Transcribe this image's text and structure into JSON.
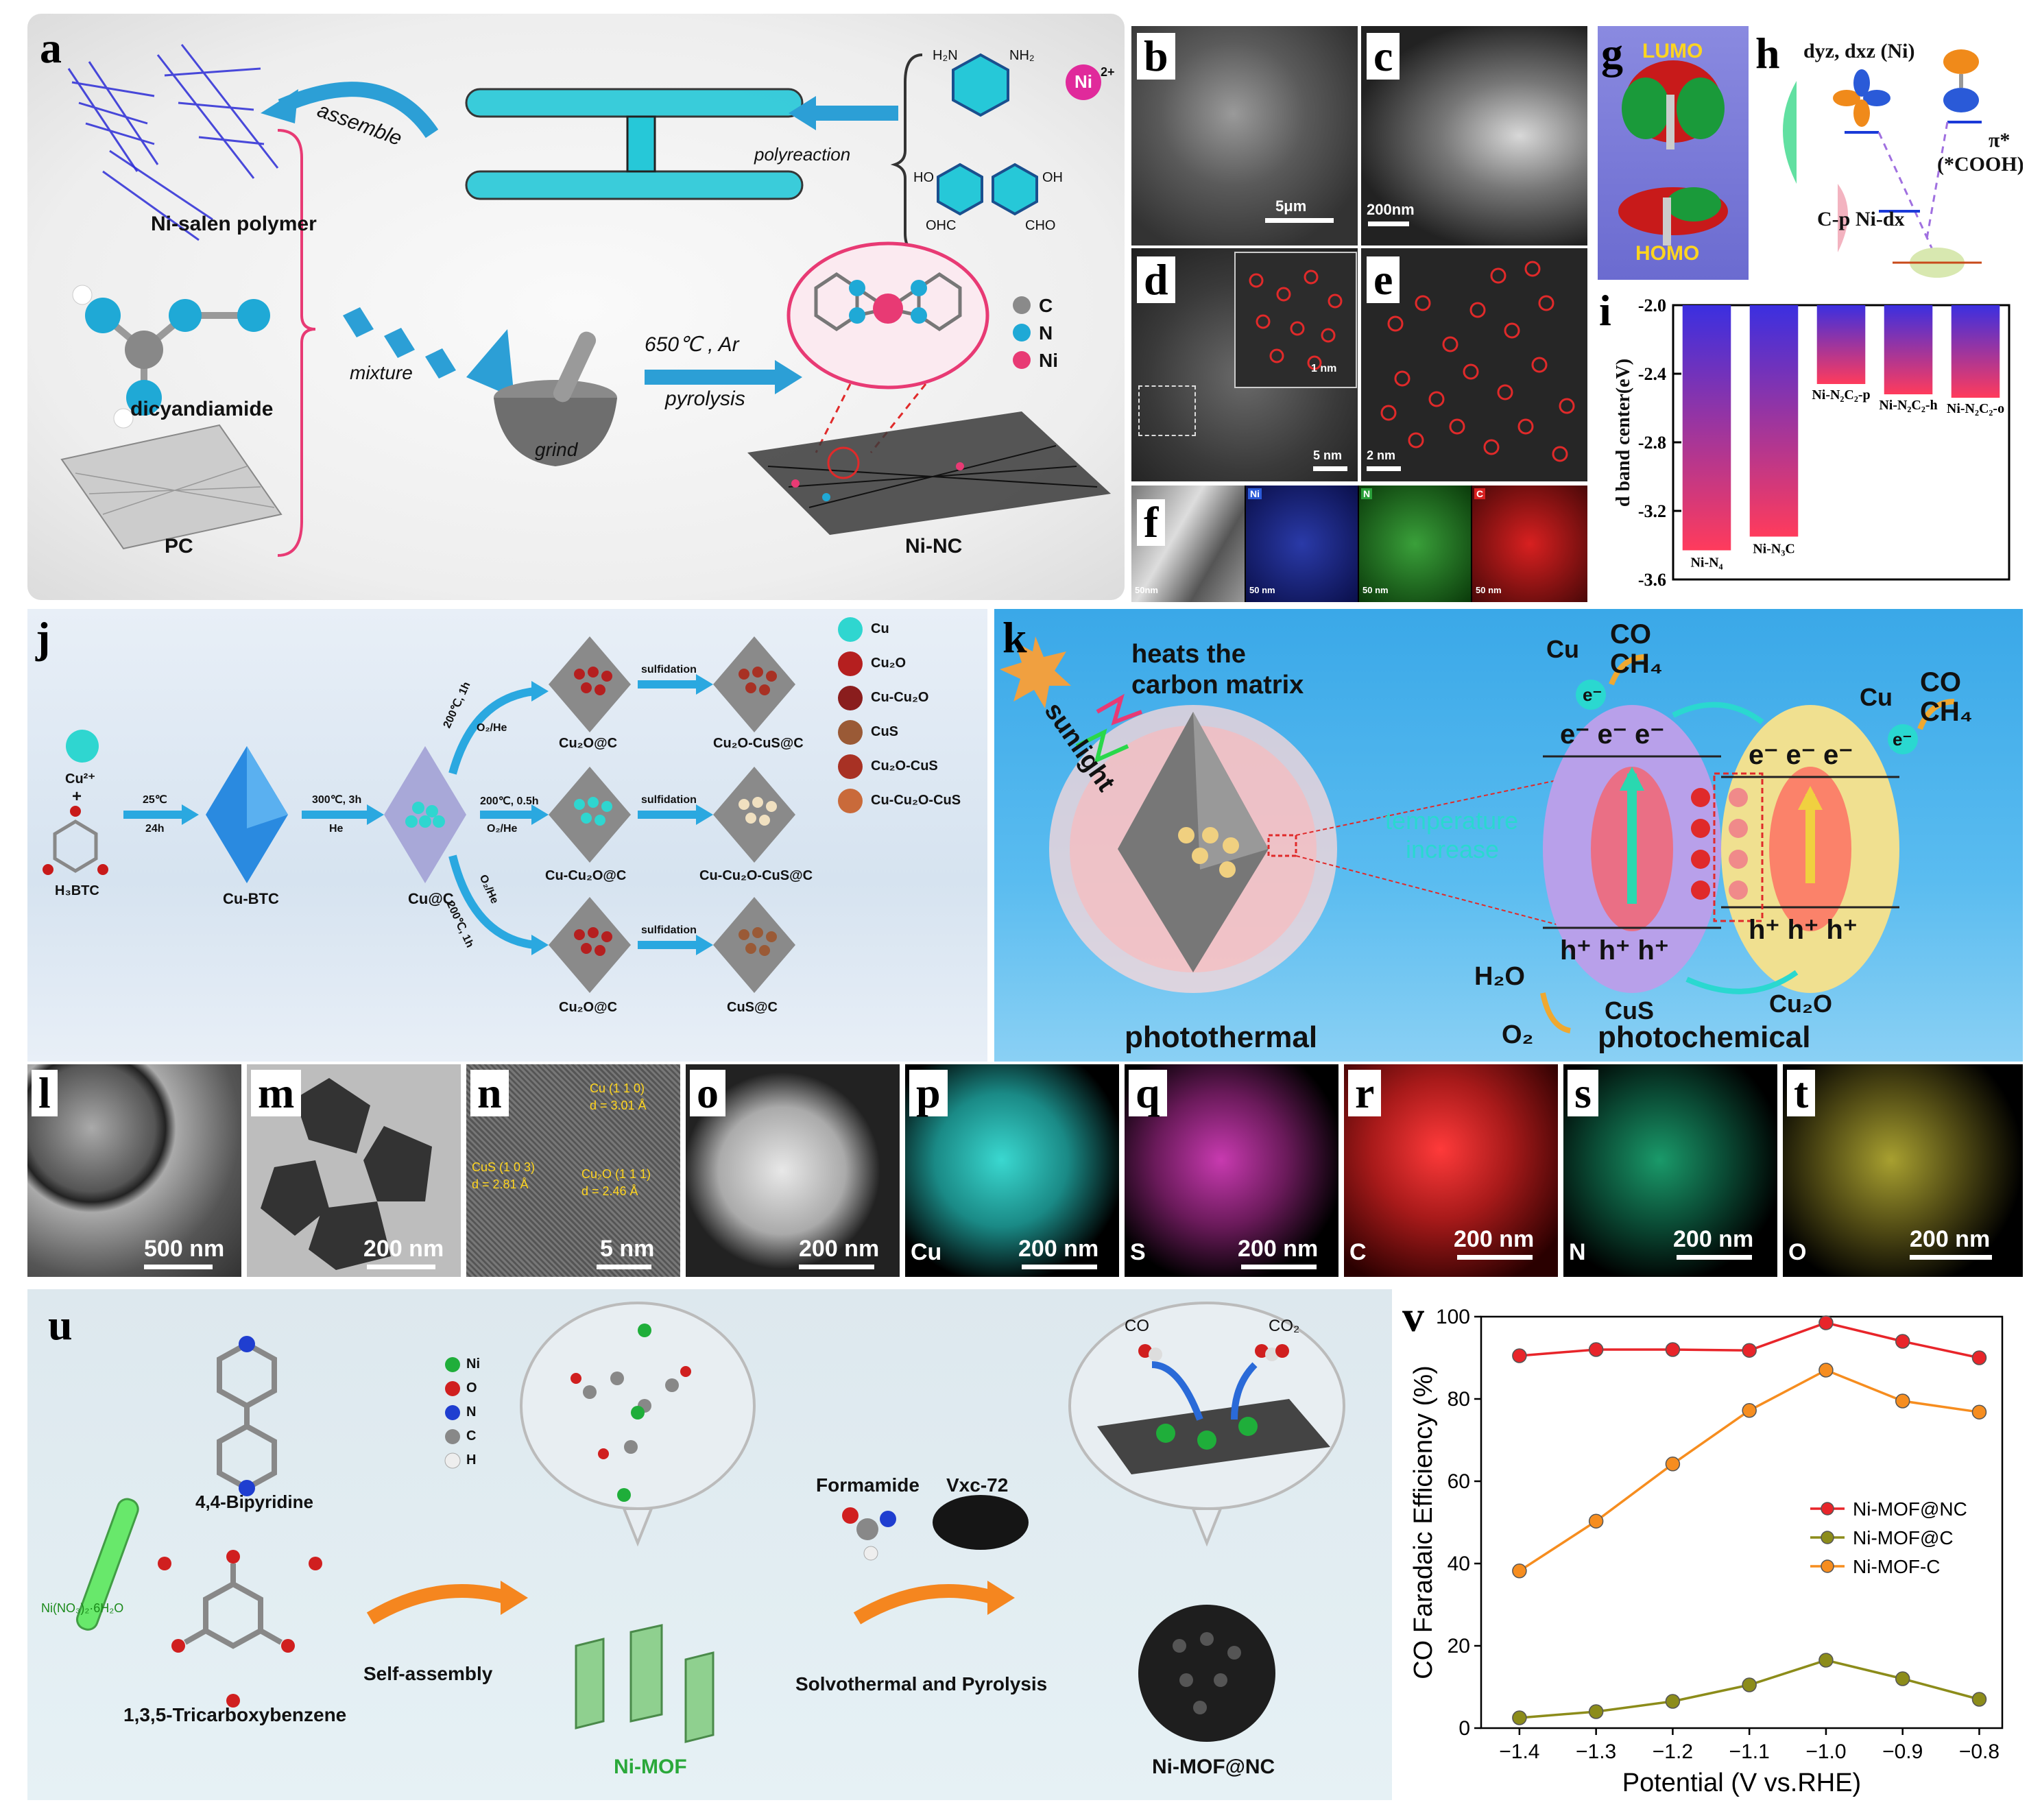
{
  "panels": {
    "a": {
      "label": "a",
      "ni_salen_polymer": "Ni-salen polymer",
      "assemble": "assemble",
      "polyreaction": "polyreaction",
      "dicyandiamide": "dicyandiamide",
      "pc": "PC",
      "mixture": "mixture",
      "grind": "grind",
      "condition": "650℃ , Ar",
      "pyrolysis": "pyrolysis",
      "product": "Ni-NC",
      "ni_ion": "Ni",
      "ni_ion_charge": "2+",
      "legend": [
        "C",
        "N",
        "Ni"
      ],
      "amine": "H₂N",
      "nh2": "NH₂",
      "ho": "HO",
      "oh": "OH",
      "cho": "CHO",
      "ohc": "OHC"
    },
    "b": {
      "label": "b",
      "scale": "5μm"
    },
    "c": {
      "label": "c",
      "scale": "200nm"
    },
    "d": {
      "label": "d",
      "scale": "5 nm",
      "inset_scale": "1 nm"
    },
    "e": {
      "label": "e",
      "scale": "2 nm"
    },
    "f": {
      "label": "f",
      "scale": "50nm",
      "maps": [
        "Ni",
        "N",
        "C"
      ],
      "map_scale": "50 nm"
    },
    "g": {
      "label": "g",
      "lumo": "LUMO",
      "homo": "HOMO"
    },
    "h": {
      "label": "h",
      "orbital": "dyz, dxz (Ni)",
      "pi_star": "π*",
      "adsorbate": "(*COOH)",
      "bond": "C-p Ni-dx"
    },
    "i": {
      "label": "i",
      "ylabel": "d band center(eV)"
    },
    "j": {
      "label": "j",
      "cu_ion": "Cu²⁺",
      "plus": "+",
      "h3btc": "H₃BTC",
      "step1_top": "25℃",
      "step1_bottom": "24h",
      "cu_btc": "Cu-BTC",
      "step2_top": "300℃, 3h",
      "step2_bottom": "He",
      "cu_c": "Cu@C",
      "branch_top": "200℃, 1h",
      "branch_top_gas": "O₂/He",
      "branch_mid": "200℃, 0.5h",
      "branch_mid_gas": "O₂/He",
      "branch_bot": "200℃, 1h",
      "branch_bot_gas": "O₂/He",
      "sulfidation": "sulfidation",
      "row1_a": "Cu₂O@C",
      "row1_b": "Cu₂O-CuS@C",
      "row2_a": "Cu-Cu₂O@C",
      "row2_b": "Cu-Cu₂O-CuS@C",
      "row3_a": "Cu₂O@C",
      "row3_b": "CuS@C",
      "legend": [
        {
          "label": "Cu",
          "color": "#2fd6d0"
        },
        {
          "label": "Cu₂O",
          "color": "#b51f1f"
        },
        {
          "label": "Cu-Cu₂O",
          "color": "#8a1d1d"
        },
        {
          "label": "CuS",
          "color": "#9a5a36"
        },
        {
          "label": "Cu₂O-CuS",
          "color": "#a83124"
        },
        {
          "label": "Cu-Cu₂O-CuS",
          "color": "#c96a3a"
        }
      ]
    },
    "k": {
      "label": "k",
      "heats": "heats the",
      "carbon": "carbon matrix",
      "sunlight": "sunlight",
      "temperature": "temperature",
      "increase": "increase",
      "photothermal": "photothermal",
      "photochemical": "photochemical",
      "cu": "Cu",
      "e": "e⁻",
      "co": "CO",
      "ch4": "CH₄",
      "electrons": "e⁻ e⁻ e⁻",
      "holes": "h⁺ h⁺ h⁺",
      "h2o": "H₂O",
      "o2": "O₂",
      "cus": "CuS",
      "cu2o": "Cu₂O"
    },
    "l": {
      "label": "l",
      "scale": "500 nm"
    },
    "m": {
      "label": "m",
      "scale": "200 nm"
    },
    "n": {
      "label": "n",
      "scale": "5 nm",
      "ann1a": "Cu (1 1 0)",
      "ann1b": "d = 3.01 Å",
      "ann2a": "CuS (1 0 3)",
      "ann2b": "d = 2.81 Å",
      "ann3a": "Cu₂O (1 1 1)",
      "ann3b": "d = 2.46 Å"
    },
    "o": {
      "label": "o",
      "scale": "200 nm"
    },
    "p": {
      "label": "p",
      "scale": "200 nm",
      "element": "Cu"
    },
    "q": {
      "label": "q",
      "scale": "200 nm",
      "element": "S"
    },
    "r": {
      "label": "r",
      "scale": "200 nm",
      "element": "C"
    },
    "s": {
      "label": "s",
      "scale": "200 nm",
      "element": "N"
    },
    "t": {
      "label": "t",
      "scale": "200 nm",
      "element": "O"
    },
    "u": {
      "label": "u",
      "bipyridine": "4,4-Bipyridine",
      "nitrate": "Ni(NO₃)₂·6H₂O",
      "tricarboxy": "1,3,5-Tricarboxybenzene",
      "self_assembly": "Self-assembly",
      "ni_mof": "Ni-MOF",
      "formamide": "Formamide",
      "vxc": "Vxc-72",
      "solvothermal": "Solvothermal and Pyrolysis",
      "ni_mof_nc": "Ni-MOF@NC",
      "co": "CO",
      "co2": "CO₂",
      "legend": [
        {
          "label": "Ni",
          "color": "#1fae3a"
        },
        {
          "label": "O",
          "color": "#d01f1f"
        },
        {
          "label": "N",
          "color": "#1f3ed0"
        },
        {
          "label": "C",
          "color": "#888888"
        },
        {
          "label": "H",
          "color": "#eeeeee"
        }
      ]
    },
    "v": {
      "label": "v"
    }
  },
  "chart_data": [
    {
      "type": "bar",
      "title": "",
      "xlabel": "",
      "ylabel": "d band center(eV)",
      "ylim": [
        -3.6,
        -2.0
      ],
      "yticks": [
        -2.0,
        -2.4,
        -2.8,
        -3.2,
        -3.6
      ],
      "categories": [
        "Ni-N₄",
        "Ni-N₃C",
        "Ni-N₂C₂-p",
        "Ni-N₂C₂-h",
        "Ni-N₂C₂-o"
      ],
      "values": [
        -3.43,
        -3.35,
        -2.46,
        -2.52,
        -2.54
      ],
      "colors": {
        "top": "#3b2fe0",
        "bottom": "#ff3b5c"
      }
    },
    {
      "type": "line",
      "title": "",
      "xlabel": "Potential (V vs.RHE)",
      "ylabel": "CO Faradaic Efficiency (%)",
      "xlim": [
        -1.45,
        -0.77
      ],
      "ylim": [
        0,
        100
      ],
      "xticks": [
        -1.4,
        -1.3,
        -1.2,
        -1.1,
        -1.0,
        -0.9,
        -0.8
      ],
      "yticks": [
        0,
        20,
        40,
        60,
        80,
        100
      ],
      "x": [
        -1.4,
        -1.3,
        -1.2,
        -1.1,
        -1.0,
        -0.9,
        -0.8
      ],
      "series": [
        {
          "name": "Ni-MOF@NC",
          "color": "#e8252a",
          "values": [
            90.5,
            92,
            92,
            91.8,
            98.5,
            94,
            90
          ]
        },
        {
          "name": "Ni-MOF@C",
          "color": "#8c8c1a",
          "values": [
            2.5,
            4,
            6.5,
            10.5,
            16.5,
            12,
            7
          ]
        },
        {
          "name": "Ni-MOF-C",
          "color": "#f68d1f",
          "values": [
            38.2,
            50.3,
            64.2,
            77.2,
            87,
            79.5,
            76.8
          ]
        }
      ],
      "legend_position": "right"
    }
  ]
}
